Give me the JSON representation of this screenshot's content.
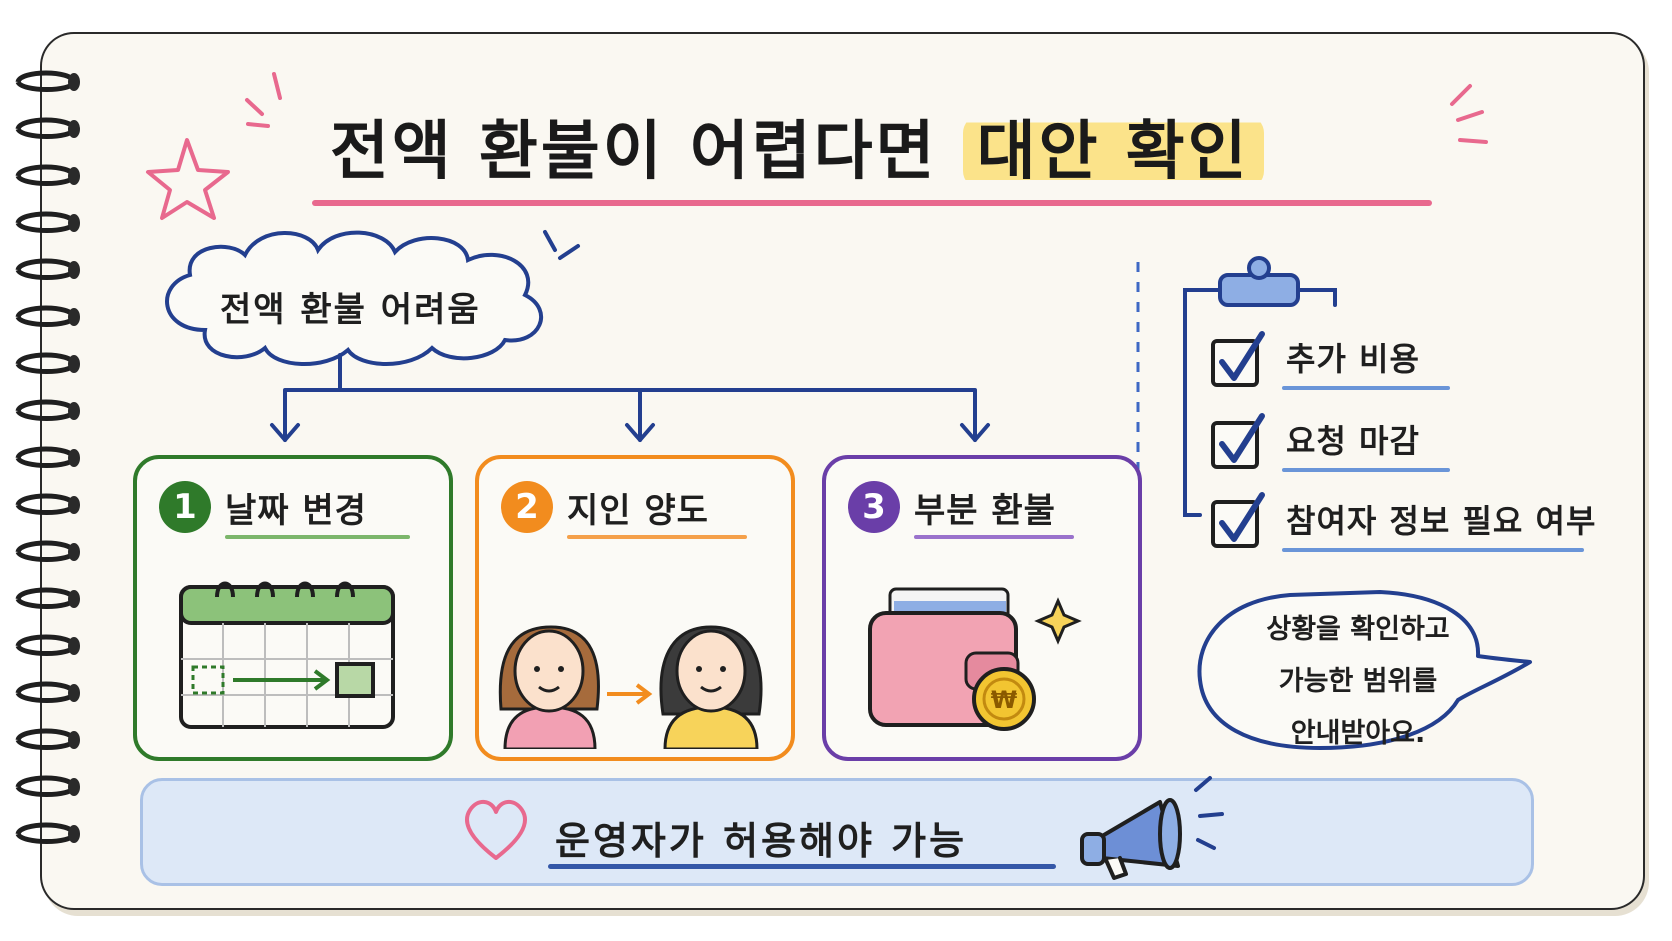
{
  "title": {
    "main": "전액 환불이 어렵다면",
    "highlight": "대안 확인"
  },
  "cloud": {
    "label": "전액 환불 어려움"
  },
  "options": [
    {
      "number": "1",
      "label": "날짜 변경",
      "icon": "calendar-icon",
      "color": "#2f7a2a"
    },
    {
      "number": "2",
      "label": "지인 양도",
      "icon": "people-transfer-icon",
      "color": "#f28c1e"
    },
    {
      "number": "3",
      "label": "부분 환불",
      "icon": "wallet-icon",
      "color": "#6a3ea8"
    }
  ],
  "checklist": {
    "icon": "clipboard-icon",
    "items": [
      "추가 비용",
      "요청 마감",
      "참여자 정보 필요 여부"
    ]
  },
  "speech_bubble": {
    "lines": [
      "상황을 확인하고",
      "가능한 범위를",
      "안내받아요."
    ]
  },
  "banner": {
    "text": "운영자가 허용해야 가능",
    "left_icon": "heart-icon",
    "right_icon": "megaphone-icon"
  },
  "colors": {
    "pink_accent": "#e8698e",
    "highlight_yellow": "#fbe38a",
    "navy": "#233f8f",
    "banner_bg": "#dde8f7"
  }
}
